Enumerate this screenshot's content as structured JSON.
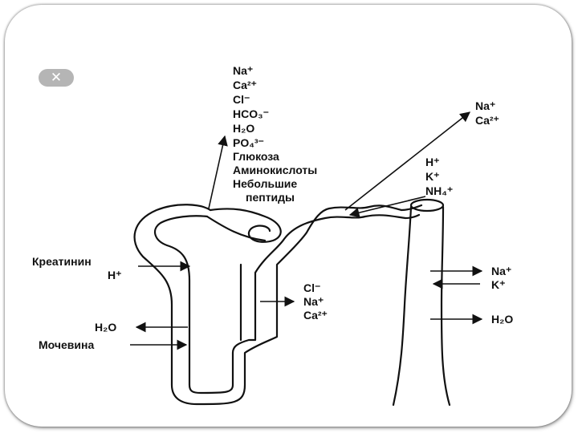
{
  "close_button": {
    "symbol": "✕"
  },
  "diagram": {
    "reabsorbed_list": [
      "Na⁺",
      "Ca²⁺",
      "Cl⁻",
      "HCO₃⁻",
      "H₂O",
      "PO₄³⁻",
      "Глюкоза",
      "Аминокислоты",
      "Небольшие",
      "пептиды"
    ],
    "distal_out_list": [
      "Na⁺",
      "Ca²⁺"
    ],
    "distal_secreted_list": [
      "H⁺",
      "K⁺",
      "NH₄⁺"
    ],
    "left_in_list": [
      "Креатинин",
      "H⁺"
    ],
    "left_h2o": "H₂O",
    "left_urea": "Мочевина",
    "loop_out_list": [
      "Cl⁻",
      "Na⁺",
      "Ca²⁺"
    ],
    "duct_na": "Na⁺",
    "duct_k": "K⁺",
    "duct_h2o": "H₂O"
  }
}
